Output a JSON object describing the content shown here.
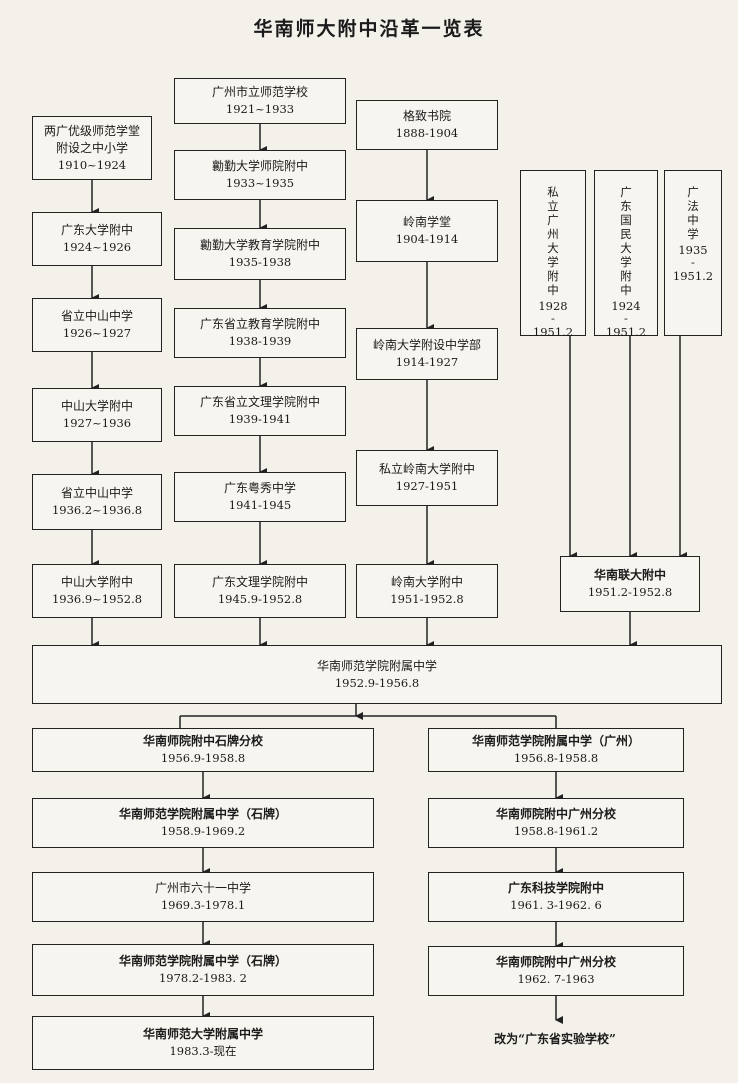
{
  "title": "华南师大附中沿革一览表",
  "columns": {
    "col1": [
      {
        "name": "两广优级师范学堂附设之中小学",
        "date": "1910~1924"
      },
      {
        "name": "广东大学附中",
        "date": "1924~1926"
      },
      {
        "name": "省立中山中学",
        "date": "1926~1927"
      },
      {
        "name": "中山大学附中",
        "date": "1927~1936"
      },
      {
        "name": "省立中山中学",
        "date": "1936.2~1936.8"
      },
      {
        "name": "中山大学附中",
        "date": "1936.9~1952.8"
      }
    ],
    "col2": [
      {
        "name": "广州市立师范学校",
        "date": "1921~1933"
      },
      {
        "name": "勷勤大学师院附中",
        "date": "1933~1935"
      },
      {
        "name": "勷勤大学教育学院附中",
        "date": "1935-1938"
      },
      {
        "name": "广东省立教育学院附中",
        "date": "1938-1939"
      },
      {
        "name": "广东省立文理学院附中",
        "date": "1939-1941"
      },
      {
        "name": "广东粤秀中学",
        "date": "1941-1945"
      },
      {
        "name": "广东文理学院附中",
        "date": "1945.9-1952.8"
      }
    ],
    "col3": [
      {
        "name": "格致书院",
        "date": "1888-1904"
      },
      {
        "name": "岭南学堂",
        "date": "1904-1914"
      },
      {
        "name": "岭南大学附设中学部",
        "date": "1914-1927"
      },
      {
        "name": "私立岭南大学附中",
        "date": "1927-1951"
      },
      {
        "name": "岭南大学附中",
        "date": "1951-1952.8"
      }
    ],
    "col4": [
      {
        "name": "私立广州大学附中",
        "date": "1928",
        "dash": "-",
        "end": "1951.2"
      },
      {
        "name": "广东国民大学附中",
        "date": "1924",
        "dash": "-",
        "end": "1951.2"
      },
      {
        "name": "广法中学",
        "date": "1935",
        "dash": "-",
        "end": "1951.2"
      }
    ],
    "col4_merge": {
      "name": "华南联大附中",
      "date": "1951.2-1952.8"
    }
  },
  "merged": {
    "name": "华南师范学院附属中学",
    "date": "1952.9-1956.8"
  },
  "left_branch": [
    {
      "name": "华南师院附中石牌分校",
      "date": "1956.9-1958.8"
    },
    {
      "name": "华南师范学院附属中学（石牌）",
      "date": "1958.9-1969.2"
    },
    {
      "name": "广州市六十一中学",
      "date": "1969.3-1978.1"
    },
    {
      "name": "华南师范学院附属中学（石牌）",
      "date": "1978.2-1983. 2"
    },
    {
      "name": "华南师范大学附属中学",
      "date": "1983.3-现在"
    }
  ],
  "right_branch": [
    {
      "name": "华南师范学院附属中学（广州）",
      "date": "1956.8-1958.8"
    },
    {
      "name": "华南师院附中广州分校",
      "date": "1958.8-1961.2"
    },
    {
      "name": "广东科技学院附中",
      "date": "1961. 3-1962. 6"
    },
    {
      "name": "华南师院附中广州分校",
      "date": "1962. 7-1963"
    }
  ],
  "final_note": "改为“广东省实验学校”"
}
